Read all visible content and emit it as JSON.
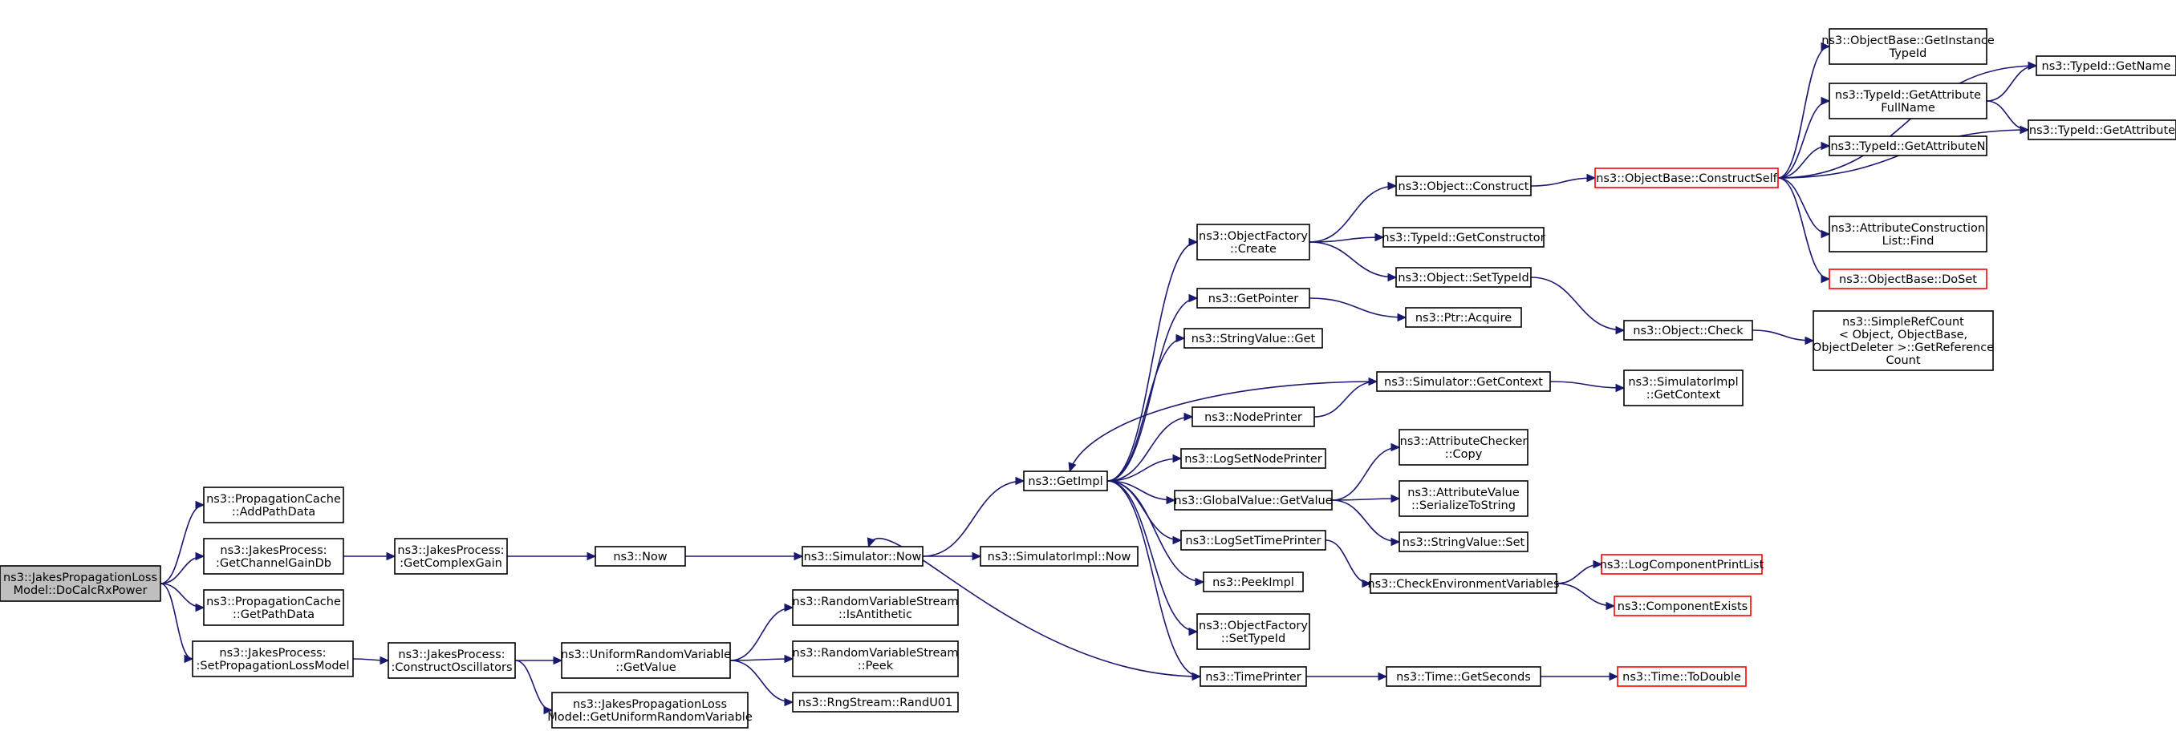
{
  "colors": {
    "edge": "#191970",
    "node_border": "#000000",
    "node_border_truncated": "#ff0000",
    "node_fill": "#ffffff",
    "root_fill": "#bfbfbf"
  },
  "nodes": [
    {
      "id": "root",
      "lines": [
        "ns3::JakesPropagationLoss",
        "Model::DoCalcRxPower"
      ],
      "style": "root"
    },
    {
      "id": "pc_add",
      "lines": [
        "ns3::PropagationCache",
        "::AddPathData"
      ],
      "style": "normal"
    },
    {
      "id": "jp_gain_db",
      "lines": [
        "ns3::JakesProcess:",
        ":GetChannelGainDb"
      ],
      "style": "normal"
    },
    {
      "id": "pc_get",
      "lines": [
        "ns3::PropagationCache",
        "::GetPathData"
      ],
      "style": "normal"
    },
    {
      "id": "jp_setplm",
      "lines": [
        "ns3::JakesProcess:",
        ":SetPropagationLossModel"
      ],
      "style": "normal"
    },
    {
      "id": "jp_complex",
      "lines": [
        "ns3::JakesProcess:",
        ":GetComplexGain"
      ],
      "style": "normal"
    },
    {
      "id": "jp_osc",
      "lines": [
        "ns3::JakesProcess:",
        ":ConstructOscillators"
      ],
      "style": "normal"
    },
    {
      "id": "now",
      "lines": [
        "ns3::Now"
      ],
      "style": "normal"
    },
    {
      "id": "urv_getvalue",
      "lines": [
        "ns3::UniformRandomVariable",
        "::GetValue"
      ],
      "style": "normal"
    },
    {
      "id": "jplm_geturv",
      "lines": [
        "ns3::JakesPropagationLoss",
        "Model::GetUniformRandomVariable"
      ],
      "style": "normal"
    },
    {
      "id": "sim_now",
      "lines": [
        "ns3::Simulator::Now"
      ],
      "style": "normal"
    },
    {
      "id": "rvs_anti",
      "lines": [
        "ns3::RandomVariableStream",
        "::IsAntithetic"
      ],
      "style": "normal"
    },
    {
      "id": "rvs_peek",
      "lines": [
        "ns3::RandomVariableStream",
        "::Peek"
      ],
      "style": "normal"
    },
    {
      "id": "rng_randu01",
      "lines": [
        "ns3::RngStream::RandU01"
      ],
      "style": "normal"
    },
    {
      "id": "getimpl",
      "lines": [
        "ns3::GetImpl"
      ],
      "style": "normal"
    },
    {
      "id": "simimpl_now",
      "lines": [
        "ns3::SimulatorImpl::Now"
      ],
      "style": "normal"
    },
    {
      "id": "of_create",
      "lines": [
        "ns3::ObjectFactory",
        "::Create"
      ],
      "style": "normal"
    },
    {
      "id": "getpointer",
      "lines": [
        "ns3::GetPointer"
      ],
      "style": "normal"
    },
    {
      "id": "sv_get",
      "lines": [
        "ns3::StringValue::Get"
      ],
      "style": "normal"
    },
    {
      "id": "nodeprinter",
      "lines": [
        "ns3::NodePrinter"
      ],
      "style": "normal"
    },
    {
      "id": "logsetnodeprinter",
      "lines": [
        "ns3::LogSetNodePrinter"
      ],
      "style": "normal"
    },
    {
      "id": "gv_getvalue",
      "lines": [
        "ns3::GlobalValue::GetValue"
      ],
      "style": "normal"
    },
    {
      "id": "logsettimeprinter",
      "lines": [
        "ns3::LogSetTimePrinter"
      ],
      "style": "normal"
    },
    {
      "id": "peekimpl",
      "lines": [
        "ns3::PeekImpl"
      ],
      "style": "normal"
    },
    {
      "id": "of_settypeid",
      "lines": [
        "ns3::ObjectFactory",
        "::SetTypeId"
      ],
      "style": "normal"
    },
    {
      "id": "timeprinter",
      "lines": [
        "ns3::TimePrinter"
      ],
      "style": "normal"
    },
    {
      "id": "obj_construct",
      "lines": [
        "ns3::Object::Construct"
      ],
      "style": "normal"
    },
    {
      "id": "tid_getctor",
      "lines": [
        "ns3::TypeId::GetConstructor"
      ],
      "style": "normal"
    },
    {
      "id": "obj_settypeid",
      "lines": [
        "ns3::Object::SetTypeId"
      ],
      "style": "normal"
    },
    {
      "id": "ptr_acquire",
      "lines": [
        "ns3::Ptr::Acquire"
      ],
      "style": "normal"
    },
    {
      "id": "sim_getctx",
      "lines": [
        "ns3::Simulator::GetContext"
      ],
      "style": "normal"
    },
    {
      "id": "ac_copy",
      "lines": [
        "ns3::AttributeChecker",
        "::Copy"
      ],
      "style": "normal"
    },
    {
      "id": "av_serialize",
      "lines": [
        "ns3::AttributeValue",
        "::SerializeToString"
      ],
      "style": "normal"
    },
    {
      "id": "sv_set",
      "lines": [
        "ns3::StringValue::Set"
      ],
      "style": "normal"
    },
    {
      "id": "checkenv",
      "lines": [
        "ns3::CheckEnvironmentVariables"
      ],
      "style": "normal"
    },
    {
      "id": "time_getsec",
      "lines": [
        "ns3::Time::GetSeconds"
      ],
      "style": "normal"
    },
    {
      "id": "ob_constructself",
      "lines": [
        "ns3::ObjectBase::ConstructSelf"
      ],
      "style": "truncated"
    },
    {
      "id": "obj_check",
      "lines": [
        "ns3::Object::Check"
      ],
      "style": "normal"
    },
    {
      "id": "simimpl_getctx",
      "lines": [
        "ns3::SimulatorImpl",
        "::GetContext"
      ],
      "style": "normal"
    },
    {
      "id": "logcomp_print",
      "lines": [
        "ns3::LogComponentPrintList"
      ],
      "style": "truncated"
    },
    {
      "id": "compexists",
      "lines": [
        "ns3::ComponentExists"
      ],
      "style": "truncated"
    },
    {
      "id": "time_todouble",
      "lines": [
        "ns3::Time::ToDouble"
      ],
      "style": "truncated"
    },
    {
      "id": "ob_getinst",
      "lines": [
        "ns3::ObjectBase::GetInstance",
        "TypeId"
      ],
      "style": "normal"
    },
    {
      "id": "tid_getattrfull",
      "lines": [
        "ns3::TypeId::GetAttribute",
        "FullName"
      ],
      "style": "normal"
    },
    {
      "id": "tid_getattrn",
      "lines": [
        "ns3::TypeId::GetAttributeN"
      ],
      "style": "normal"
    },
    {
      "id": "acl_find",
      "lines": [
        "ns3::AttributeConstruction",
        "List::Find"
      ],
      "style": "normal"
    },
    {
      "id": "ob_doset",
      "lines": [
        "ns3::ObjectBase::DoSet"
      ],
      "style": "truncated"
    },
    {
      "id": "src_getref",
      "lines": [
        "ns3::SimpleRefCount",
        "< Object, ObjectBase,",
        "ObjectDeleter >::GetReference",
        "Count"
      ],
      "style": "normal"
    },
    {
      "id": "tid_getname",
      "lines": [
        "ns3::TypeId::GetName"
      ],
      "style": "normal"
    },
    {
      "id": "tid_getattr",
      "lines": [
        "ns3::TypeId::GetAttribute"
      ],
      "style": "normal"
    }
  ]
}
